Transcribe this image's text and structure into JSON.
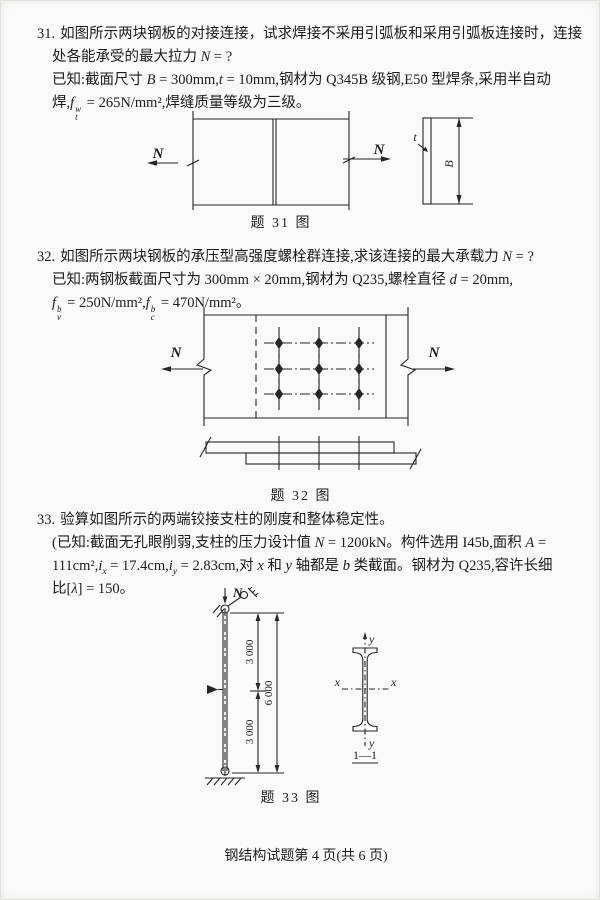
{
  "questions": {
    "q31": {
      "number": "31.",
      "line1": "如图所示两块钢板的对接连接，试求焊接不采用引弧板和采用引弧板连接时，连接",
      "line2_pre": "处各能承受的最大拉力 ",
      "line2_var": "N",
      "line2_post": " = ?",
      "line3_pre": "已知:截面尺寸 ",
      "line3_var1": "B",
      "line3_mid1": " = 300mm,",
      "line3_var2": "t",
      "line3_post": " = 10mm,钢材为 Q345B 级钢,E50 型焊条,采用半自动",
      "line4_pre": "焊,",
      "line4_f": "f",
      "line4_f_sup": "w",
      "line4_f_sub": "t",
      "line4_post": " = 265N/mm²,焊缝质量等级为三级。"
    },
    "q32": {
      "number": "32.",
      "line1_pre": "如图所示两块钢板的承压型高强度螺栓群连接,求该连接的最大承载力 ",
      "line1_var": "N",
      "line1_post": " = ?",
      "line2_pre": "已知:两钢板截面尺寸为 300mm × 20mm,钢材为 Q235,螺栓直径 ",
      "line2_var": "d",
      "line2_post": " = 20mm,",
      "line3_f1": "f",
      "line3_f1_sup": "b",
      "line3_f1_sub": "v",
      "line3_mid": " = 250N/mm²,",
      "line3_f2": "f",
      "line3_f2_sup": "b",
      "line3_f2_sub": "c",
      "line3_post": " = 470N/mm²。"
    },
    "q33": {
      "number": "33.",
      "line1": "验算如图所示的两端铰接支柱的刚度和整体稳定性。",
      "line2_pre": "(已知:截面无孔眼削弱,支柱的压力设计值 ",
      "line2_var1": "N",
      "line2_mid": " = 1200kN。构件选用 I45b,面积 ",
      "line2_var2": "A",
      "line2_post": " =",
      "line3_pre": "111cm²,",
      "line3_i1": "i",
      "line3_i1_sub": "x",
      "line3_mid1": " = 17.4cm,",
      "line3_i2": "i",
      "line3_i2_sub": "y",
      "line3_mid2": " = 2.83cm,对 ",
      "line3_var_x": "x",
      "line3_mid3": " 和 ",
      "line3_var_y": "y",
      "line3_mid4": " 轴都是 ",
      "line3_var_b": "b",
      "line3_post": " 类截面。钢材为 Q235,容许长细",
      "line4_pre": "比[",
      "line4_lambda": "λ",
      "line4_post": "] = 150。"
    }
  },
  "diagrams": {
    "d31": {
      "caption": "题 31 图",
      "n_left": "N",
      "n_right": "N",
      "t_label": "t",
      "b_label": "B"
    },
    "d32": {
      "caption": "题 32 图",
      "n_left": "N",
      "n_right": "N"
    },
    "d33": {
      "caption": "题 33 图",
      "n_label": "N",
      "dim_upper": "3 000",
      "dim_lower": "3 000",
      "dim_total": "6 000",
      "x_left": "x",
      "x_right": "x",
      "y_top": "y",
      "y_bottom": "y",
      "section_label": "1—1"
    }
  },
  "footer": "钢结构试题第 4 页(共 6 页)"
}
